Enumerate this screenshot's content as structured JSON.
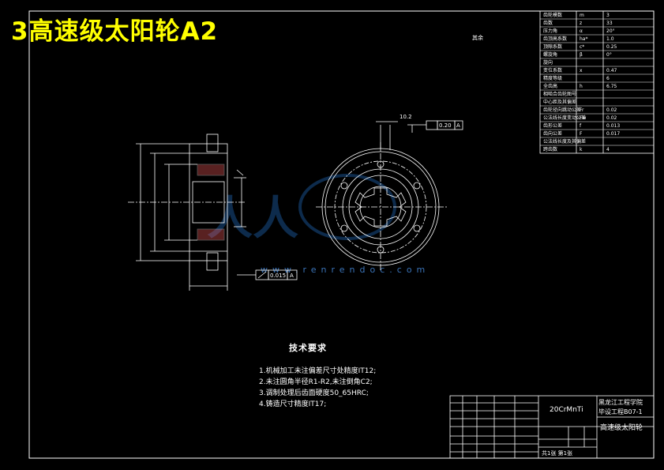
{
  "title": "3高速级太阳轮A2",
  "note_top_right": "其余",
  "tech_requirements": {
    "heading": "技术要求",
    "items": [
      "1.机械加工未注偏差尺寸处精度IT12;",
      "2.未注圆角半径R1-R2,未注倒角C2;",
      "3.调制处理后齿面硬度50_65HRC;",
      "4.铸造尺寸精度IT17;"
    ]
  },
  "params_table": {
    "rows": [
      [
        "齿轮模数",
        "m",
        "3"
      ],
      [
        "齿数",
        "z",
        "33"
      ],
      [
        "压力角",
        "α",
        "20°"
      ],
      [
        "齿顶高系数",
        "ha*",
        "1.0"
      ],
      [
        "顶隙系数",
        "c*",
        "0.25"
      ],
      [
        "螺旋角",
        "β",
        "0°"
      ],
      [
        "旋向",
        "",
        ""
      ],
      [
        "变位系数",
        "x",
        "0.47"
      ],
      [
        "精度等级",
        "",
        "6"
      ],
      [
        "全齿高",
        "h",
        "6.75"
      ],
      [
        "相啮合齿轮图号",
        "",
        ""
      ],
      [
        "中心距及其偏差",
        "",
        ""
      ],
      [
        "齿轮径向跳动公差",
        "Fr",
        "0.02"
      ],
      [
        "公法线长度变动公差",
        "Fw",
        "0.02"
      ],
      [
        "齿形公差",
        "f",
        "0.013"
      ],
      [
        "齿向公差",
        "F",
        "0.017"
      ],
      [
        "公法线长度及其偏差",
        "",
        ""
      ],
      [
        "跨齿数",
        "k",
        "4"
      ]
    ]
  },
  "title_block": {
    "material": "20CrMnTi",
    "school": "黑龙江工程学院",
    "drawing_no": "毕设工程B07-1",
    "part_name": "高速级太阳轮",
    "sheet_info": "共1张 第1张"
  },
  "annotations": {
    "tolerance_left": "0.015",
    "datum_left": "A",
    "tolerance_right": "0.20",
    "datum_right": "A",
    "dim_top": "10.2"
  },
  "watermark": "www.renrendoc.com"
}
